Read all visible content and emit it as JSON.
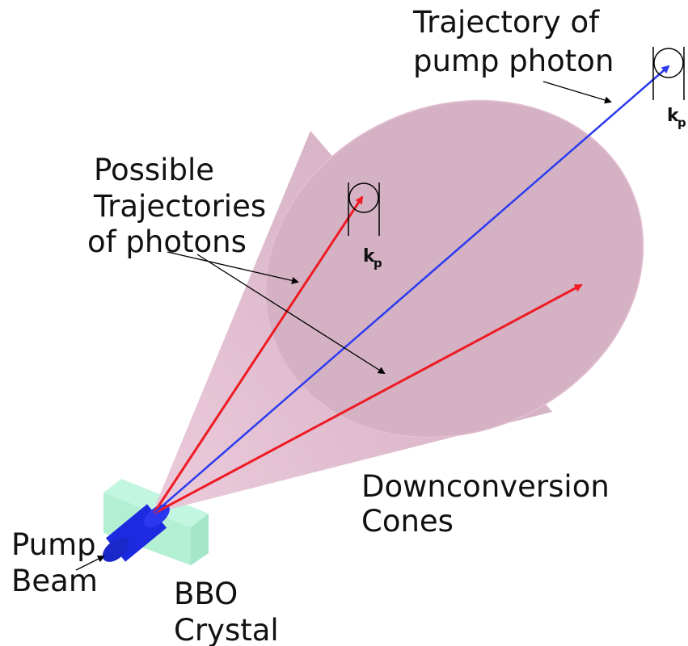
{
  "labels": {
    "pump_trajectory": [
      "Trajectory of",
      "pump photon"
    ],
    "possible": [
      "Possible",
      "Trajectories",
      "of photons"
    ],
    "downconversion": [
      "Downconversion",
      "Cones"
    ],
    "pump_beam": [
      "Pump",
      "Beam"
    ],
    "bbo": [
      "BBO",
      "Crystal"
    ],
    "kp_main": "k",
    "kp_sub": "p"
  },
  "colors": {
    "cone": "#d6b1c4",
    "cone_edge": "#e7c2d5",
    "crystal": "#b7f2d8",
    "pump_beam": "#1f2ee6",
    "pump_arrow": "#2b3bf0",
    "photon_arrow": "#ee1b24"
  }
}
